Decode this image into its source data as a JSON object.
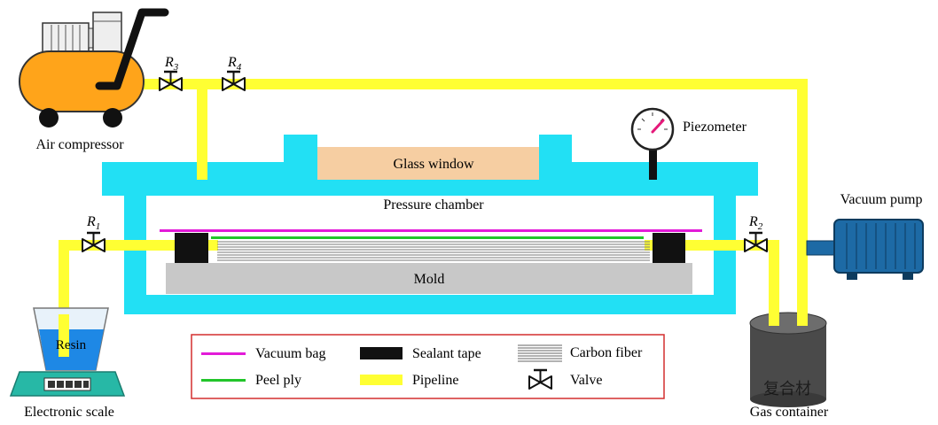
{
  "labels": {
    "air_compressor": "Air compressor",
    "glass_window": "Glass window",
    "pressure_chamber": "Pressure chamber",
    "mold": "Mold",
    "piezometer": "Piezometer",
    "vacuum_pump": "Vacuum pump",
    "resin": "Resin",
    "electronic_scale": "Electronic scale",
    "gas_container": "Gas container",
    "watermark": "复合材"
  },
  "valves": {
    "r1": {
      "letter": "R",
      "sub": "1"
    },
    "r2": {
      "letter": "R",
      "sub": "2"
    },
    "r3": {
      "letter": "R",
      "sub": "3"
    },
    "r4": {
      "letter": "R",
      "sub": "4"
    }
  },
  "legend": {
    "vacuum_bag": "Vacuum bag",
    "peel_ply": "Peel ply",
    "sealant_tape": "Sealant tape",
    "pipeline": "Pipeline",
    "carbon_fiber": "Carbon fiber",
    "valve": "Valve"
  },
  "colors": {
    "chamber": "#22e0f4",
    "pipeline": "#ffff33",
    "vacuum_bag": "#e21bd8",
    "peel_ply": "#22c52a",
    "sealant_tape": "#111111",
    "mold": "#c8c8c8",
    "glass_window": "#f6cea2",
    "compressor_body": "#ffa41a",
    "vacuum_pump": "#1d6aa5",
    "gas_container": "#4a4a4a",
    "resin": "#1e88e5",
    "scale": "#27b8a6"
  }
}
